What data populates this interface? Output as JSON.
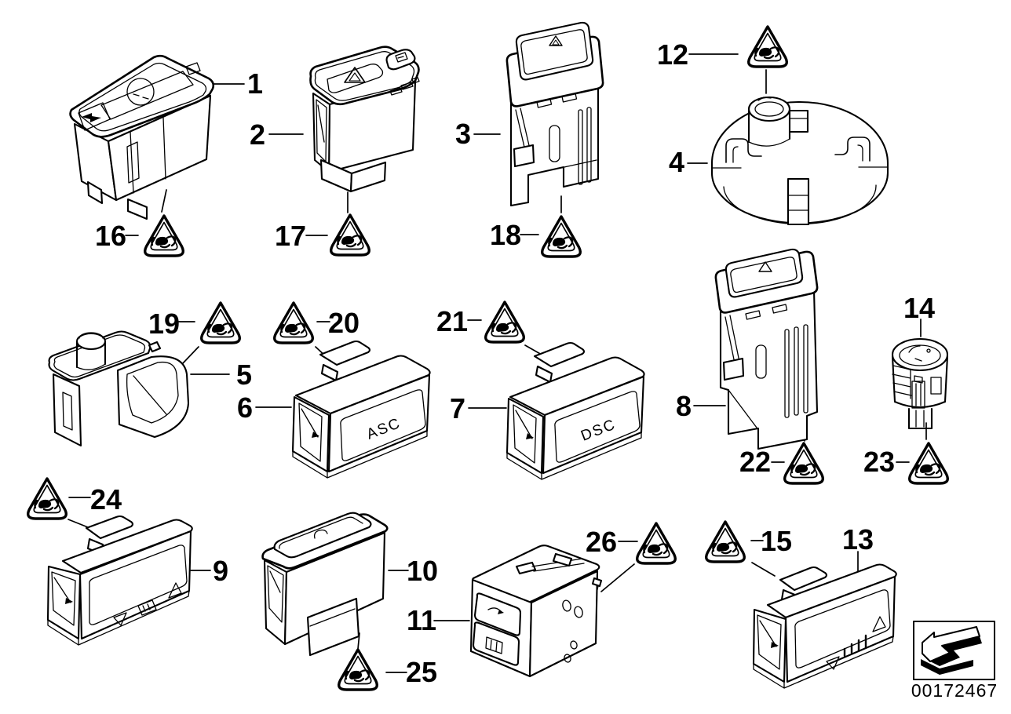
{
  "figure": {
    "part_number": "00172467"
  },
  "callouts": {
    "c1": "1",
    "c2": "2",
    "c3": "3",
    "c4": "4",
    "c5": "5",
    "c6": "6",
    "c7": "7",
    "c8": "8",
    "c9": "9",
    "c10": "10",
    "c11": "11",
    "c12": "12",
    "c13": "13",
    "c14": "14",
    "c15": "15",
    "c16": "16",
    "c17": "17",
    "c18": "18",
    "c19": "19",
    "c20": "20",
    "c21": "21",
    "c22": "22",
    "c23": "23",
    "c24": "24",
    "c25": "25",
    "c26": "26"
  },
  "switch_text": {
    "asc": "ASC",
    "dsc": "DSC"
  }
}
